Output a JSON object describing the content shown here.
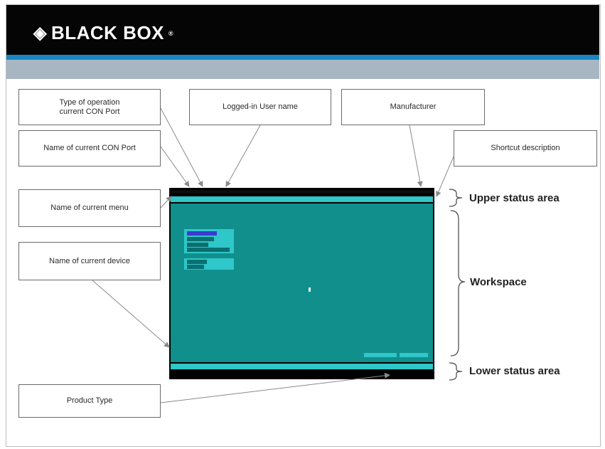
{
  "brand": {
    "name": "BLACK BOX",
    "trademark": "®"
  },
  "callouts": {
    "type_of_operation": "Type of operation\ncurrent CON Port",
    "con_port_name": "Name of current CON Port",
    "current_menu": "Name of current menu",
    "current_device": "Name of current device",
    "product_type": "Product Type",
    "logged_in_user": "Logged-in User name",
    "manufacturer": "Manufacturer",
    "shortcut_description": "Shortcut description"
  },
  "areas": {
    "upper": "Upper status area",
    "workspace": "Workspace",
    "lower": "Lower status area"
  },
  "colors": {
    "header": "#050505",
    "accent_blue": "#1a86c2",
    "band_grey": "#a7b6c2",
    "screen_teal": "#108f8c",
    "status_cyan": "#2fc7c9"
  }
}
